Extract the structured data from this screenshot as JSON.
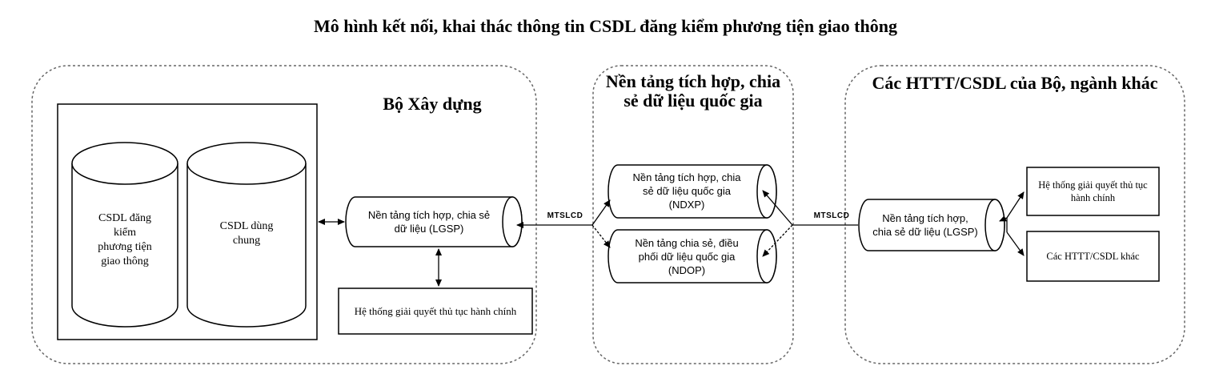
{
  "title": "Mô hình kết nối, khai thác thông tin CSDL đăng kiểm phương tiện giao thông",
  "groups": {
    "ministry": {
      "title": "Bộ Xây dựng"
    },
    "national": {
      "title_line1": "Nền tảng tích hợp, chia",
      "title_line2": "sẻ dữ liệu quốc gia"
    },
    "others": {
      "title": "Các HTTT/CSDL của Bộ, ngành khác"
    }
  },
  "databases": {
    "registry": {
      "line1": "CSDL đăng",
      "line2": "kiểm",
      "line3": "phương tiện",
      "line4": "giao thông"
    },
    "shared": {
      "line1": "CSDL dùng",
      "line2": "chung"
    }
  },
  "platforms": {
    "lgsp_left": {
      "line1": "Nền tảng tích hợp, chia sẻ",
      "line2": "dữ liệu (LGSP)"
    },
    "ndxp": {
      "line1": "Nền tảng tích hợp, chia",
      "line2": "sẻ dữ liệu quốc gia",
      "line3": "(NDXP)"
    },
    "ndop": {
      "line1": "Nền tảng chia sẻ, điều",
      "line2": "phối dữ liệu quốc gia",
      "line3": "(NDOP)"
    },
    "lgsp_right": {
      "line1": "Nền tảng tích hợp,",
      "line2": "chia sẻ dữ liệu (LGSP)"
    }
  },
  "systems": {
    "admin_left": "Hệ thống giải quyết thủ tục hành chính",
    "admin_right_line1": "Hệ thống giải quyết thủ tục",
    "admin_right_line2": "hành chính",
    "other_systems": "Các HTTT/CSDL khác"
  },
  "connectors": {
    "left": "MTSLCD",
    "right": "MTSLCD"
  }
}
